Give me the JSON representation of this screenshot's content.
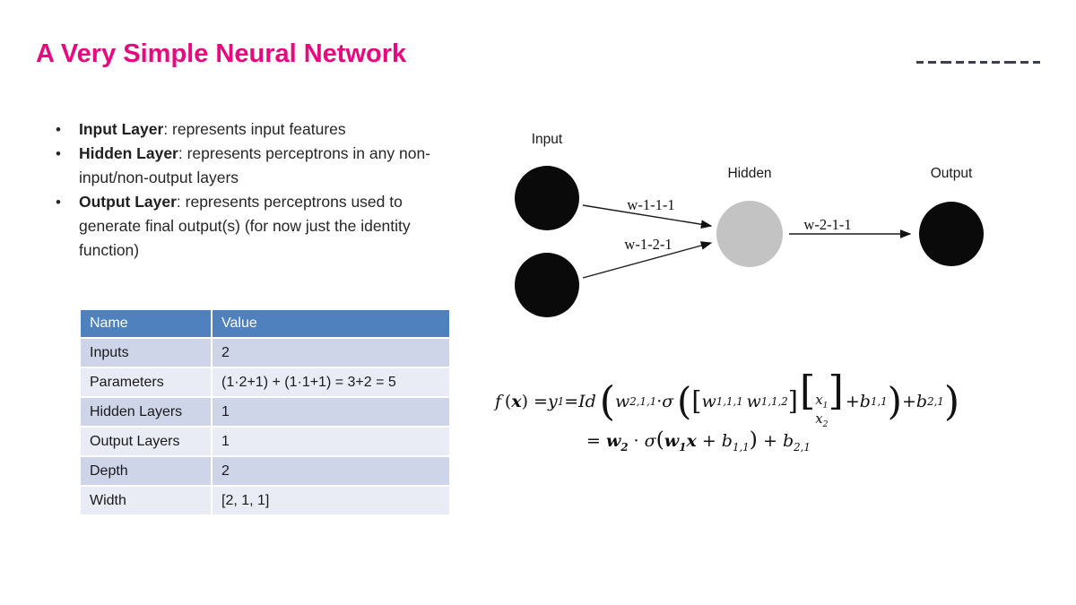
{
  "slide": {
    "title": "A Very Simple Neural Network",
    "title_color": "#e60a7e",
    "background": "#ffffff"
  },
  "logo": {
    "description": "clipped bottom edge of a logo, visible as dark dashes",
    "dash_widths": [
      8,
      9,
      12,
      9,
      8,
      8,
      9,
      13,
      9,
      8
    ]
  },
  "bullets": [
    {
      "term": "Input Layer",
      "desc": ": represents input features"
    },
    {
      "term": "Hidden Layer",
      "desc": ": represents perceptrons in any non-input/non-output layers"
    },
    {
      "term": "Output Layer",
      "desc": ": represents perceptrons used to generate final output(s) (for now just the identity function)"
    }
  ],
  "table": {
    "header": {
      "name": "Name",
      "value": "Value"
    },
    "header_bg": "#4e81bd",
    "row_bg_dark": "#cfd5e8",
    "row_bg_light": "#e9ebf5",
    "rows": [
      {
        "name": "Inputs",
        "value": "2"
      },
      {
        "name": "Parameters",
        "value": "(1·2+1) + (1·1+1) = 3+2 = 5"
      },
      {
        "name": "Hidden Layers",
        "value": "1"
      },
      {
        "name": "Output Layers",
        "value": "1"
      },
      {
        "name": "Depth",
        "value": "2"
      },
      {
        "name": "Width",
        "value": "[2, 1, 1]"
      }
    ]
  },
  "diagram": {
    "layer_labels": {
      "input": "Input",
      "hidden": "Hidden",
      "output": "Output"
    },
    "weight_labels": {
      "w111": "w-1-1-1",
      "w121": "w-1-2-1",
      "w211": "w-2-1-1"
    },
    "node_colors": {
      "input": "#0a0a0a",
      "hidden": "#c3c3c3",
      "output": "#0a0a0a"
    }
  },
  "formula": {
    "line1_html": "<i>f</i>&#8201;(<b><i>x</i></b>) = <i>y</i><sub>1</sub> = <i>Id</i>&#8201;<span class='bp1'>(</span><i>w</i><sub>2,1,1</sub> · <i>σ</i>&#8201;<span class='bp2'>(</span><span class='mb'>[</span><i>w</i><sub>1,1,1</sub>&#8201;<i>w</i><sub>1,1,2</sub><span class='mb'>]</span><span class='vec'><span class='vb'>[</span><span class='col'><span><i>x</i><sub>1</sub></span><span><i>x</i><sub>2</sub></span></span><span class='vb'>]</span></span> + <i>b</i><sub>1,1</sub><span class='bp2'>)</span> + <i>b</i><sub>2,1</sub><span class='bp1'>)</span>",
    "line2_html": "= <b><i>w</i><sub>2</sub></b> · <i>σ</i><span class='p2'>(</span><b><i>w</i><sub>1</sub><i>x</i></b> + <i>b</i><sub>1,1</sub><span class='p2'>)</span> + <i>b</i><sub>2,1</sub>",
    "plain_text_line1": "f(x) = y1 = Id( w2,1,1 · σ( [w1,1,1 w1,1,2][x1; x2] + b1,1 ) + b2,1 )",
    "plain_text_line2": "= w2 · σ(w1x + b1,1) + b2,1"
  }
}
